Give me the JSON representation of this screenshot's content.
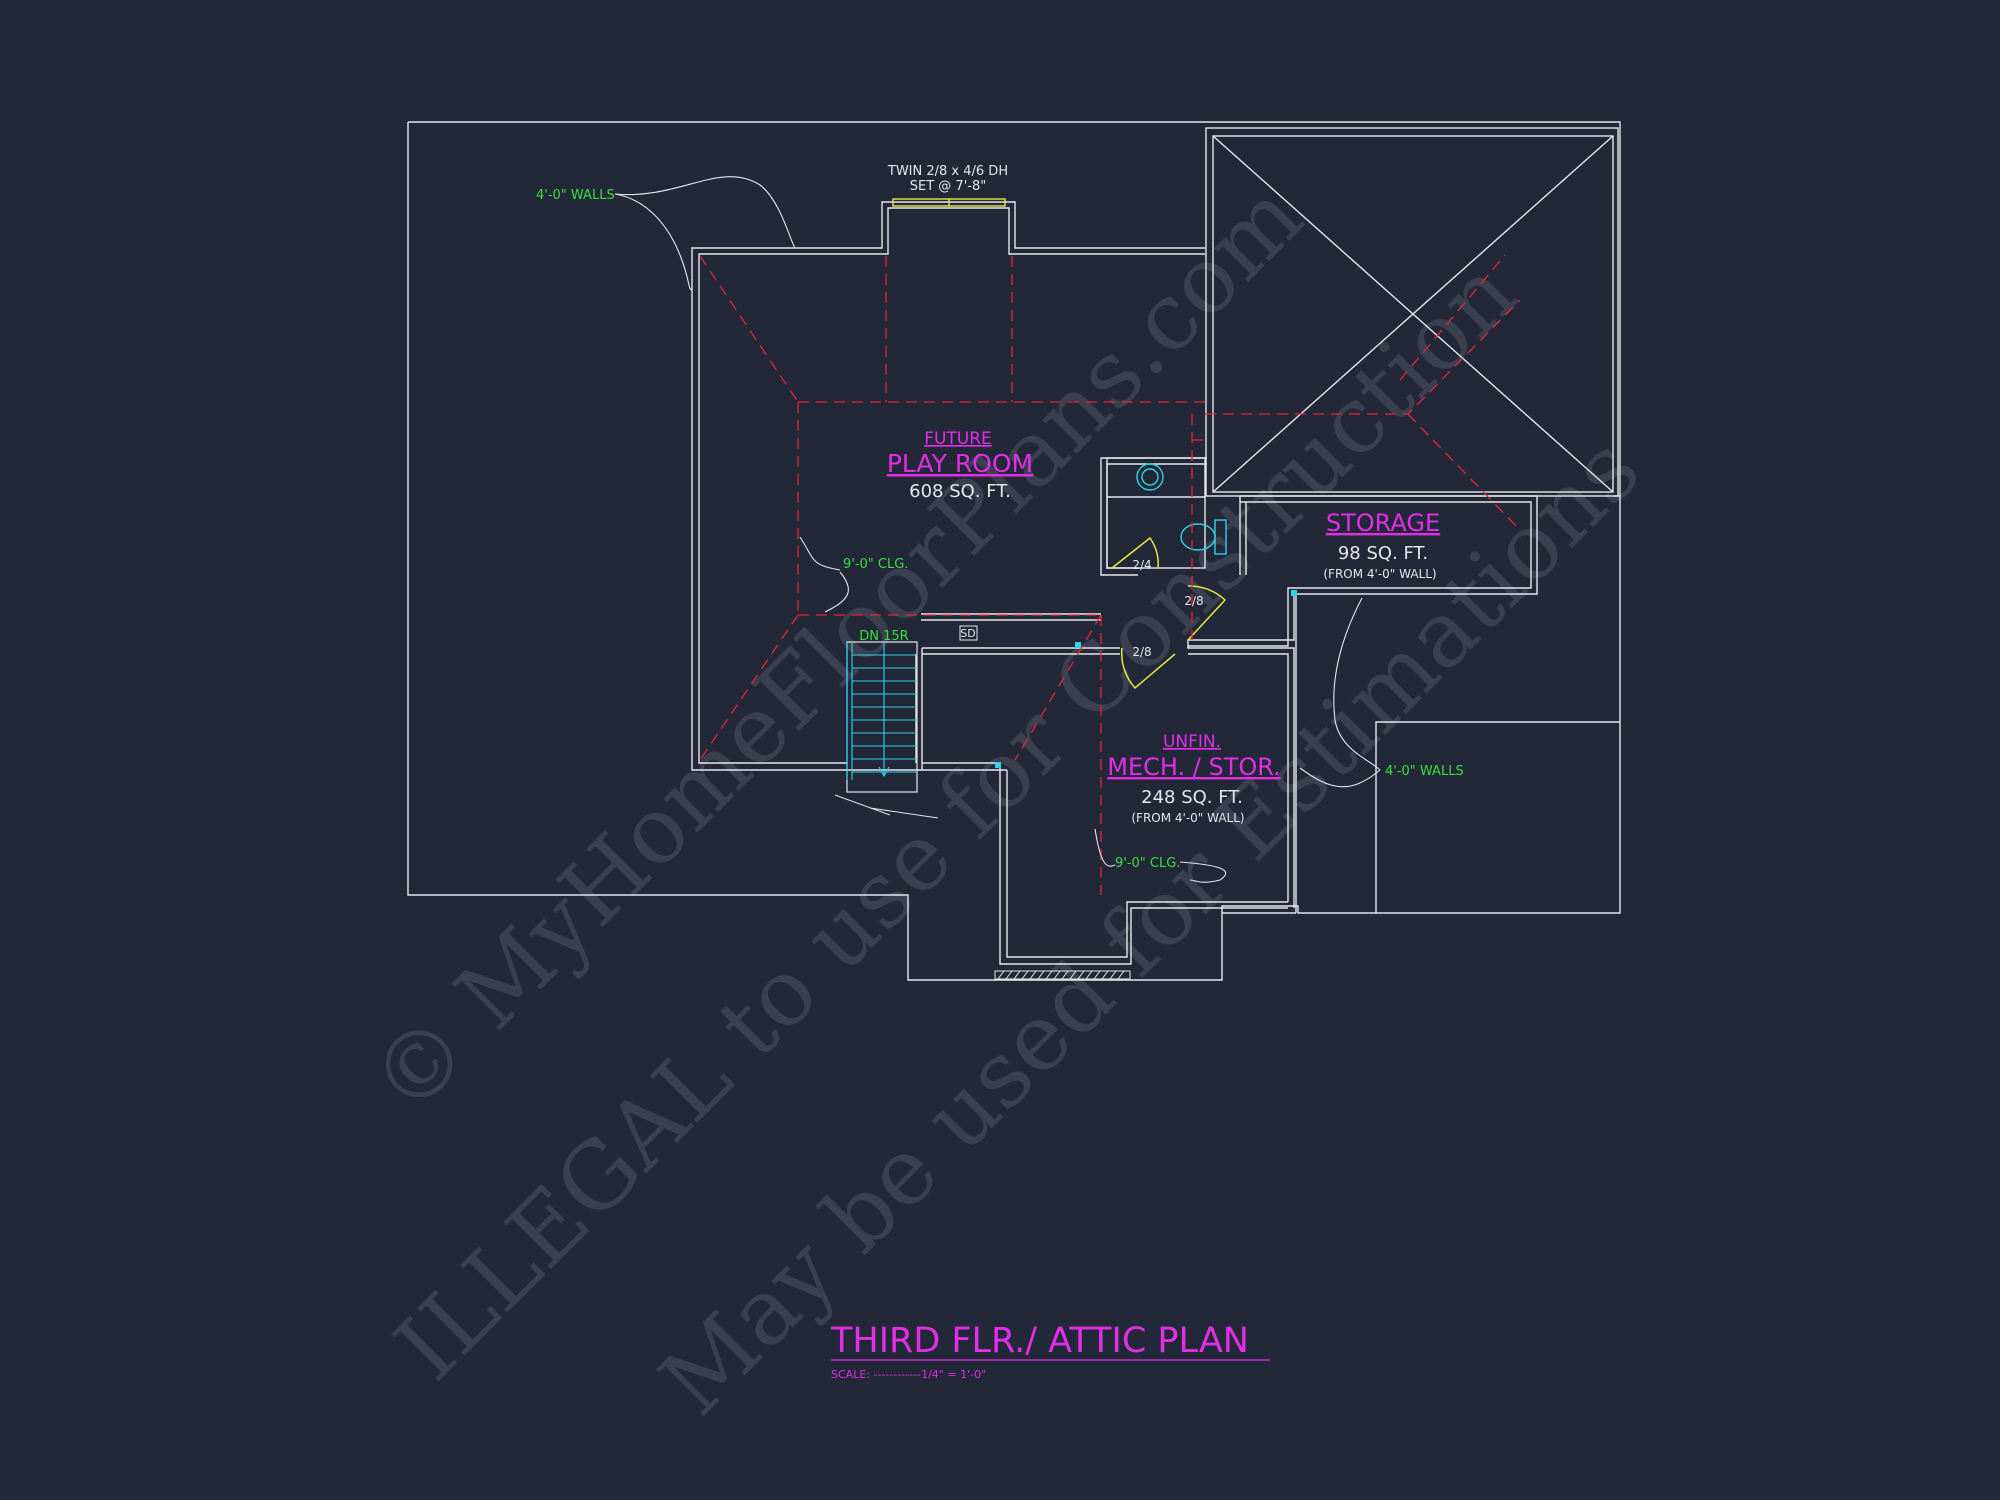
{
  "colors": {
    "background": "#232839",
    "wall": "#e6e6ea",
    "magenta": "#e22ee6",
    "green": "#38e03a",
    "red_dashed": "#e2273a",
    "cyan": "#2ed4e6",
    "yellow": "#e8e83a",
    "watermark": "#5a5f6e"
  },
  "window_note": {
    "line1": "TWIN 2/8 x 4/6 DH",
    "line2": "SET @ 7'-8\""
  },
  "wall_notes": {
    "top_left": "4'-0\" WALLS",
    "right": "4'-0\" WALLS"
  },
  "ceiling_notes": {
    "play_room": "9'-0\" CLG.",
    "mech": "9'-0\" CLG."
  },
  "rooms": {
    "play_room": {
      "line1": "FUTURE",
      "line2": "PLAY ROOM",
      "area": "608 SQ. FT."
    },
    "storage": {
      "name": "STORAGE",
      "area": "98 SQ. FT.",
      "note": "(FROM 4'-0\" WALL)"
    },
    "mech": {
      "line1": "UNFIN.",
      "line2": "MECH. / STOR.",
      "area": "248 SQ. FT.",
      "note": "(FROM 4'-0\" WALL)"
    }
  },
  "door_labels": {
    "bath": "2/4",
    "hall": "2/8",
    "mech": "2/8"
  },
  "stair": {
    "label": "DN 15R",
    "smoke_detector": "SD"
  },
  "drawing_title": {
    "title": "THIRD FLR./ ATTIC PLAN",
    "scale": "SCALE: ------------1/4\" = 1'-0\""
  },
  "watermark": {
    "line1": "© MyHomeFloorPlans.com",
    "line2": "ILLEGAL to use for Construction",
    "line3": "May be used for Estimations"
  }
}
